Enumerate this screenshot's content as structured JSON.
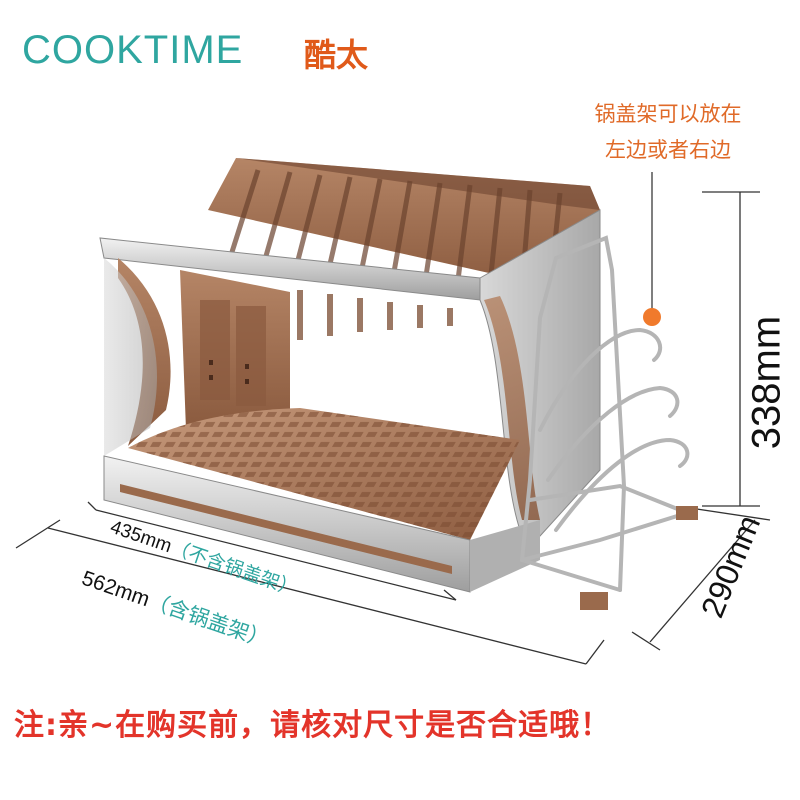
{
  "brand": {
    "name_en": "COOKTIME",
    "name_cn": "酷太"
  },
  "callout": {
    "line1": "锅盖架可以放在",
    "line2": "左边或者右边"
  },
  "dimensions": {
    "height": "338mm",
    "depth": "290mm",
    "width_without": "435mm",
    "width_without_note": "（不含锅盖架）",
    "width_with": "562mm",
    "width_with_note": "（含锅盖架）"
  },
  "notice": "注:亲~在购买前，请核对尺寸是否合适哦！",
  "colors": {
    "brand_teal": "#2fa6a0",
    "brand_orange": "#e05a1a",
    "callout_orange": "#e06a28",
    "notice_red": "#e3342a",
    "rack_brown": "#9a6a4c"
  }
}
